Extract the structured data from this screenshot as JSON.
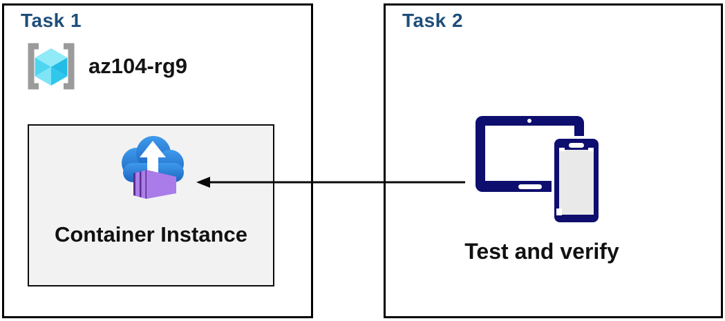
{
  "task1": {
    "title": "Task 1",
    "resource_group_name": "az104-rg9",
    "container_box": {
      "label": "Container Instance"
    }
  },
  "task2": {
    "title": "Task 2",
    "caption": "Test and verify"
  },
  "icons": {
    "resource_group": "resource-group-icon",
    "container_instance": "container-instance-icon",
    "devices": "devices-icon",
    "arrow": "arrow-left-icon"
  },
  "colors": {
    "task_title": "#1F4E79",
    "box_border": "#000000",
    "container_box_bg": "#f2f2f2",
    "bracket_gray": "#9B9B9B",
    "cube_top": "#90EAF8",
    "cube_left_upper": "#4ED6F1",
    "cube_left_lower": "#7FE4F5",
    "cube_right_upper": "#22BCE6",
    "cube_right_lower": "#2FC8EB",
    "cloud_top": "#3E9AEC",
    "cloud_bottom": "#1C64C0",
    "arrow_white": "#ffffff",
    "container_frame": "#5B2D91",
    "container_slat": "#AA80E8",
    "container_side": "#A97CEA",
    "device_navy": "#0E0E6E",
    "phone_screen": "#E9E9E9",
    "connector_black": "#0a0a0a"
  }
}
